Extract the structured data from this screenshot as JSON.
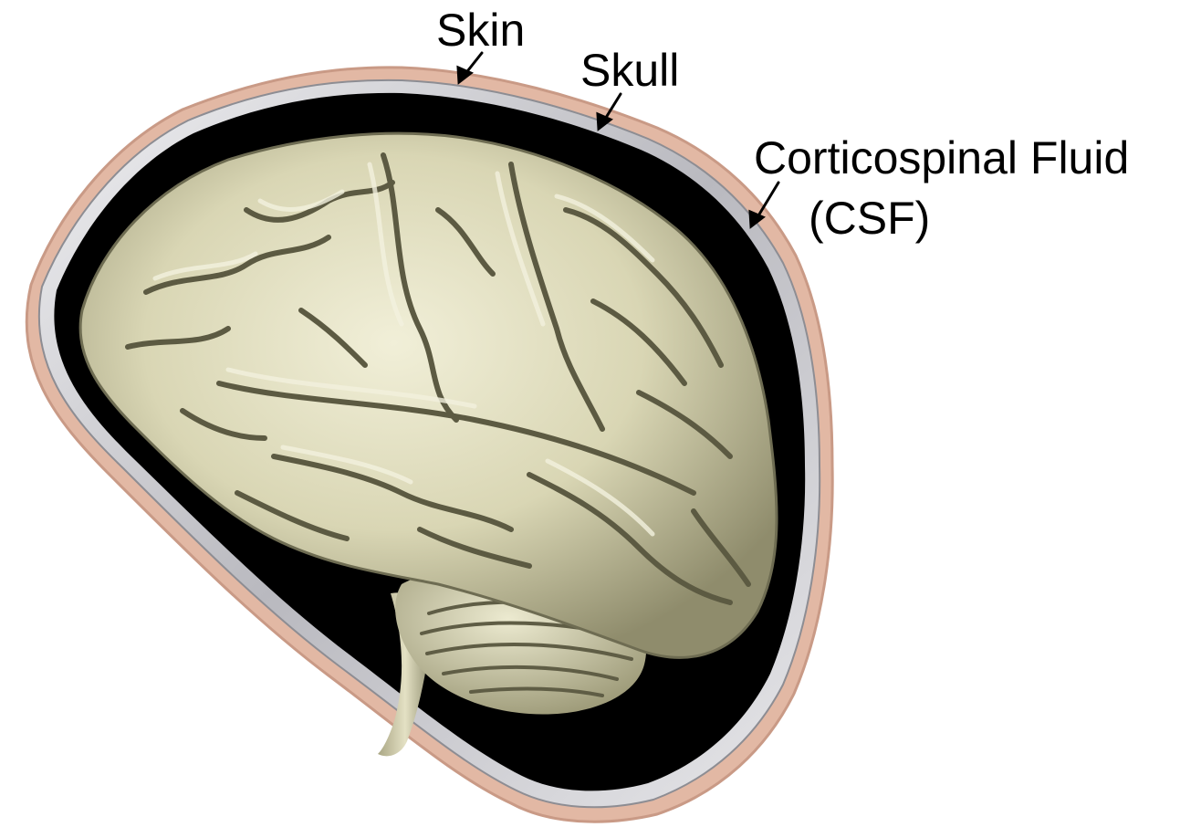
{
  "labels": {
    "skin": "Skin",
    "skull": "Skull",
    "csf_line1": "Corticospinal Fluid",
    "csf_line2": "(CSF)"
  },
  "colors": {
    "skin": "#e2b8a4",
    "skull": "#c8c8cc",
    "csf": "#000000",
    "brain": "#d9d6b4",
    "brain_shadow": "#6e6c52",
    "brain_highlight": "#f1efd8",
    "arrow": "#000000"
  }
}
